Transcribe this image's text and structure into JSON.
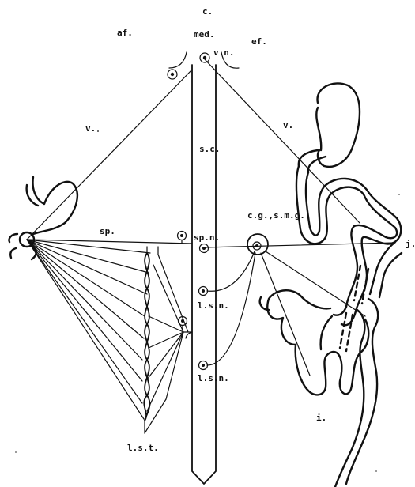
{
  "labels": {
    "c": "c.",
    "af": "af.",
    "med": "med.",
    "ef": "ef.",
    "vn": "v.n.",
    "v_left": "v.",
    "v_right": "v.",
    "sc": "s.c.",
    "sp": "sp.",
    "spn": "sp.n.",
    "cg_smg": "c.g.,s.m.g.",
    "j": "j.",
    "lsn_upper": "l.s.n.",
    "lsn_lower": "l.s.n.",
    "lst": "l.s.t.",
    "i": "i."
  }
}
